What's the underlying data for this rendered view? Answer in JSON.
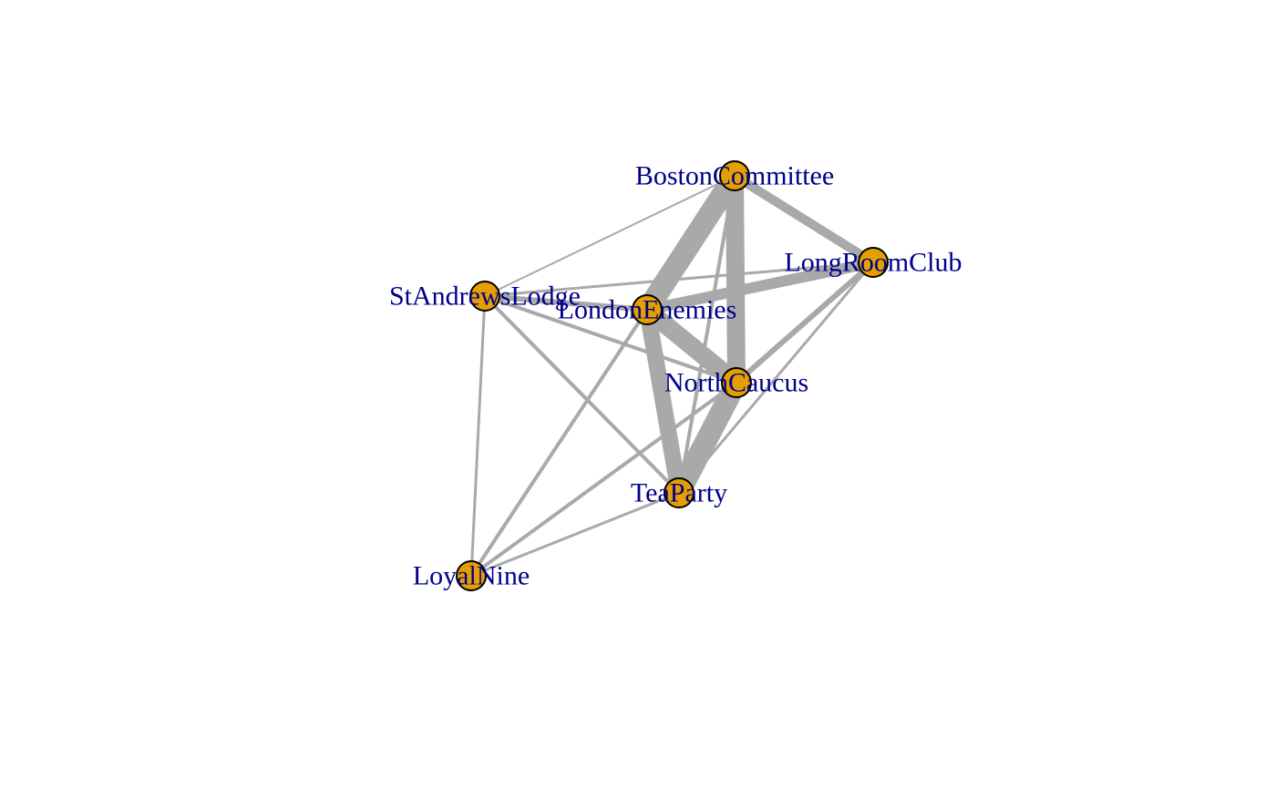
{
  "diagram": {
    "type": "network-graph",
    "node_color": "#e69f00",
    "label_color": "#00008b",
    "edge_color": "#a9a9a9",
    "nodes": [
      {
        "id": "BostonCommittee",
        "label": "BostonCommittee"
      },
      {
        "id": "LongRoomClub",
        "label": "LongRoomClub"
      },
      {
        "id": "StAndrewsLodge",
        "label": "StAndrewsLodge"
      },
      {
        "id": "LondonEnemies",
        "label": "LondonEnemies"
      },
      {
        "id": "NorthCaucus",
        "label": "NorthCaucus"
      },
      {
        "id": "TeaParty",
        "label": "TeaParty"
      },
      {
        "id": "LoyalNine",
        "label": "LoyalNine"
      }
    ],
    "edges": [
      {
        "source": "BostonCommittee",
        "target": "LongRoomClub",
        "weight": 5
      },
      {
        "source": "BostonCommittee",
        "target": "StAndrewsLodge",
        "weight": 1
      },
      {
        "source": "BostonCommittee",
        "target": "LondonEnemies",
        "weight": 12
      },
      {
        "source": "BostonCommittee",
        "target": "NorthCaucus",
        "weight": 10
      },
      {
        "source": "BostonCommittee",
        "target": "TeaParty",
        "weight": 2
      },
      {
        "source": "StAndrewsLodge",
        "target": "LongRoomClub",
        "weight": 1.5
      },
      {
        "source": "StAndrewsLodge",
        "target": "LondonEnemies",
        "weight": 3
      },
      {
        "source": "StAndrewsLodge",
        "target": "NorthCaucus",
        "weight": 2
      },
      {
        "source": "StAndrewsLodge",
        "target": "TeaParty",
        "weight": 2
      },
      {
        "source": "StAndrewsLodge",
        "target": "LoyalNine",
        "weight": 1.5
      },
      {
        "source": "LondonEnemies",
        "target": "LongRoomClub",
        "weight": 6
      },
      {
        "source": "LondonEnemies",
        "target": "NorthCaucus",
        "weight": 10
      },
      {
        "source": "LondonEnemies",
        "target": "TeaParty",
        "weight": 9
      },
      {
        "source": "LondonEnemies",
        "target": "LoyalNine",
        "weight": 2
      },
      {
        "source": "LongRoomClub",
        "target": "NorthCaucus",
        "weight": 3
      },
      {
        "source": "LongRoomClub",
        "target": "TeaParty",
        "weight": 1.5
      },
      {
        "source": "NorthCaucus",
        "target": "TeaParty",
        "weight": 12
      },
      {
        "source": "NorthCaucus",
        "target": "LoyalNine",
        "weight": 2
      },
      {
        "source": "TeaParty",
        "target": "LoyalNine",
        "weight": 1.5
      }
    ]
  }
}
